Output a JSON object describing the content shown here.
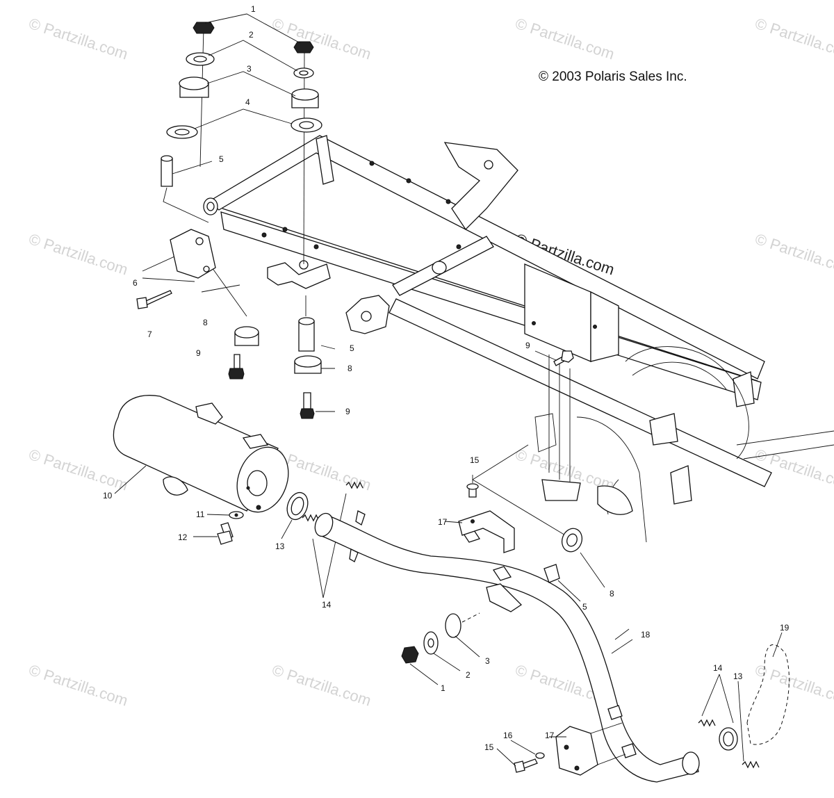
{
  "copyright": "© 2003 Polaris Sales Inc.",
  "watermark_text": "© Partzilla.com",
  "callouts": [
    "1",
    "2",
    "3",
    "4",
    "5",
    "6",
    "7",
    "8",
    "9",
    "5",
    "8",
    "9",
    "9",
    "10",
    "11",
    "12",
    "13",
    "14",
    "15",
    "17",
    "5",
    "8",
    "18",
    "3",
    "2",
    "1",
    "19",
    "14",
    "13",
    "17",
    "16",
    "15"
  ],
  "colors": {
    "ink": "#111111",
    "watermark": "#d3d3d3",
    "background": "#ffffff"
  }
}
